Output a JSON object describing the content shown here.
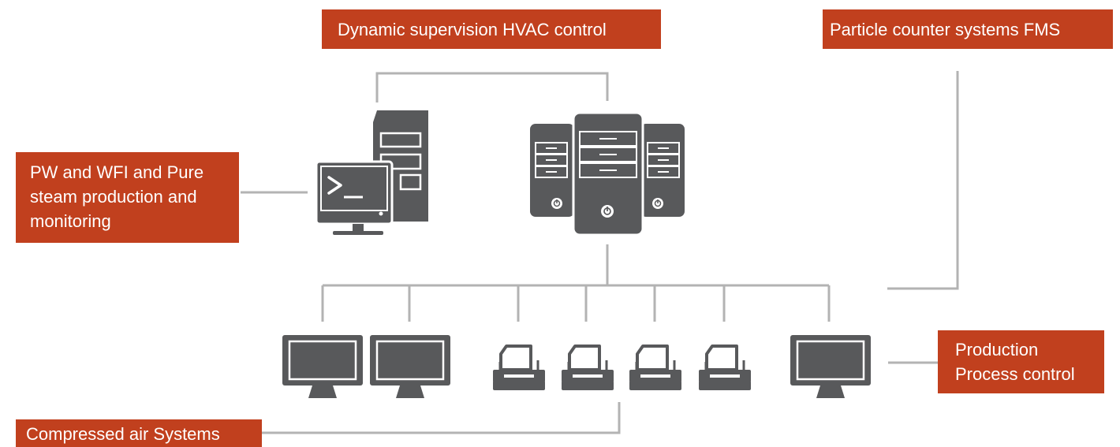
{
  "labels": {
    "hvac": "Dynamic supervision HVAC control",
    "fms": "Particle counter systems FMS",
    "pw": [
      "PW and WFI and Pure",
      "steam production and",
      "monitoring"
    ],
    "production": [
      "Production",
      "Process control"
    ],
    "air": "Compressed air Systems"
  },
  "colors": {
    "label_bg": "#c1401e",
    "label_text": "#ffffff",
    "device": "#58595b",
    "connector": "#b3b3b3"
  },
  "icons": {
    "workstation": "desktop-terminal-icon",
    "servers": "server-cluster-icon",
    "monitor": "monitor-icon",
    "printer": "printer-icon",
    "power": "power-icon"
  }
}
